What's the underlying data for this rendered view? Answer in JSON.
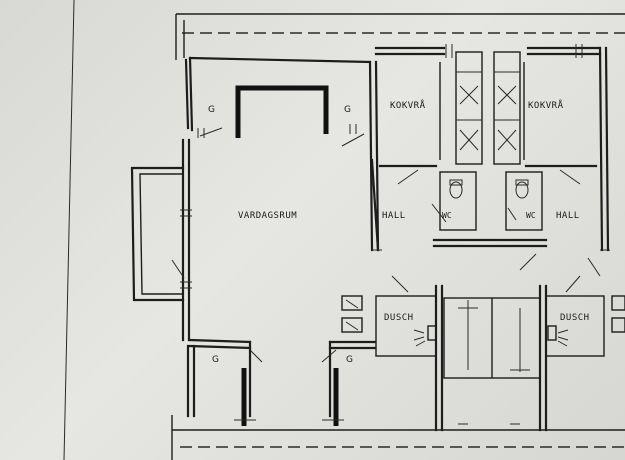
{
  "rooms": {
    "living": "VARDAGSRUM",
    "kitchen_left": "KOKVRÅ",
    "kitchen_right": "KOKVRÅ",
    "hall_left": "HALL",
    "hall_right": "HALL",
    "wc_left": "WC",
    "wc_right": "WC",
    "shower_left": "DUSCH",
    "shower_right": "DUSCH"
  },
  "markers": {
    "g1": "G",
    "g2": "G",
    "g3": "G",
    "g4": "G"
  }
}
